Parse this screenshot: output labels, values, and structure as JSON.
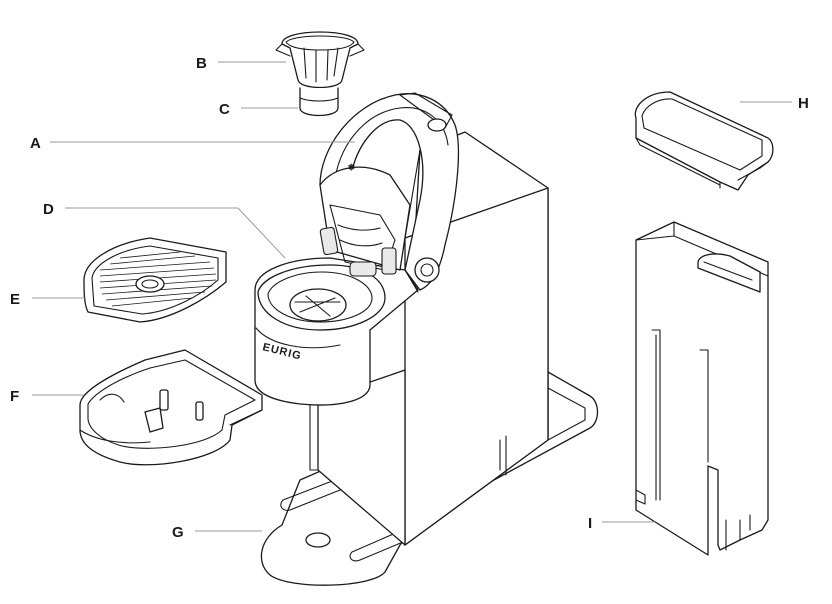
{
  "labels": {
    "A": "A",
    "B": "B",
    "C": "C",
    "D": "D",
    "E": "E",
    "F": "F",
    "G": "G",
    "H": "H",
    "I": "I"
  },
  "brand_text": "EURIG",
  "colors": {
    "line": "#1a1a1a",
    "leader": "#9a9a9a",
    "background": "#ffffff"
  }
}
